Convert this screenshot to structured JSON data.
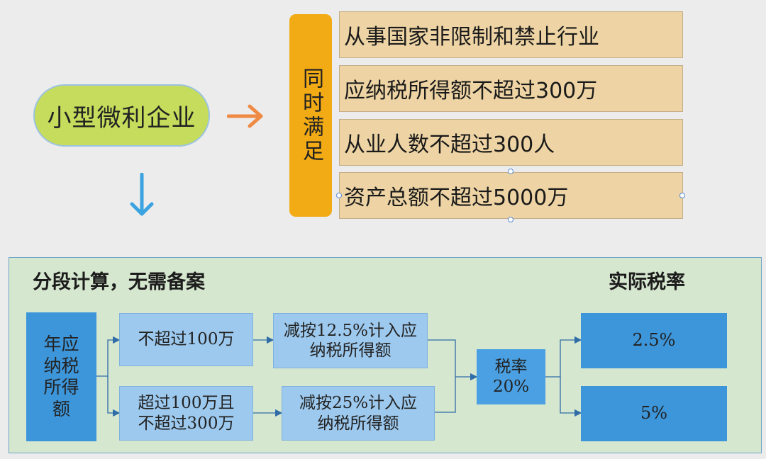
{
  "top": {
    "category_label": "小型微利企业",
    "condition_header": "同时满足",
    "conditions": [
      "从事国家非限制和禁止行业",
      "应纳税所得额不超过300万",
      "从业人数不超过300人",
      "资产总额不超过5000万"
    ],
    "arrow_right_icon": "arrow-right-icon",
    "arrow_down_icon": "arrow-down-icon",
    "colors": {
      "pill": "#c6dc5c",
      "header_bar": "#f2ab15",
      "condition_bg": "#eed4a4",
      "arrow_orange": "#ef8a45",
      "arrow_blue": "#3ba3e0"
    }
  },
  "bottom": {
    "title": "分段计算，无需备案",
    "rate_title": "实际税率",
    "income_label": "年应纳税所得额",
    "brackets": [
      "不超过100万",
      "超过100万且不超过300万"
    ],
    "reductions": [
      "减按12.5%计入应纳税所得额",
      "减按25%计入应纳税所得额"
    ],
    "tax_rate_box": "税率20%",
    "effective_rates": [
      "2.5%",
      "5%"
    ],
    "colors": {
      "panel_bg": "#d6e7cf",
      "node_light": "#9dc9ee",
      "node_dark": "#3d95da",
      "rate_box": "#4aa0e2"
    }
  }
}
